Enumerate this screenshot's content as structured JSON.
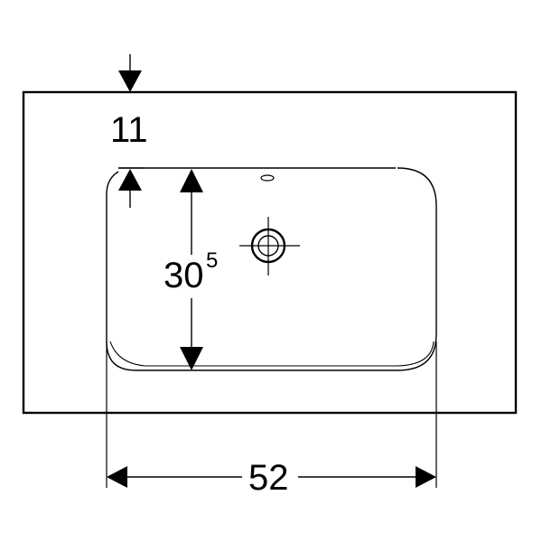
{
  "dimensions": {
    "top_offset": "11",
    "basin_depth_main": "30",
    "basin_depth_sup": "5",
    "basin_width": "52"
  },
  "colors": {
    "line": "#000000",
    "background": "#ffffff"
  }
}
